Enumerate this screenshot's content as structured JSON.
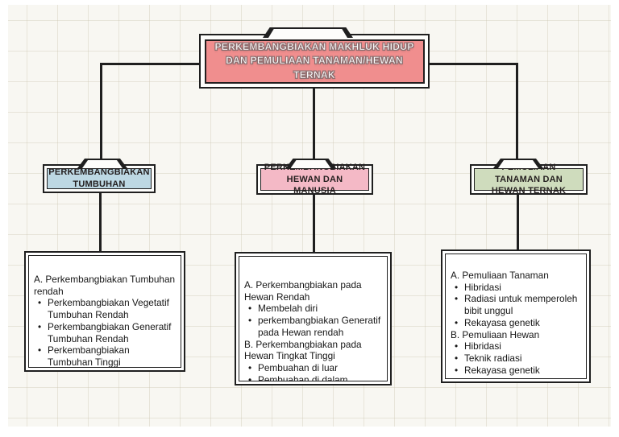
{
  "diagram": {
    "root": {
      "title": "PERKEMBANGBIAKAN MAKHLUK HIDUP DAN PEMULIAAN TANAMAN/HEWAN TERNAK",
      "bg_color": "#f08e8e"
    },
    "branches": [
      {
        "label": "PERKEMBANGBIAKAN TUMBUHAN",
        "color": "#bdd8e3",
        "detail": {
          "sections": [
            {
              "heading": "A. Perkembangbiakan Tumbuhan rendah",
              "bullets": [
                "Perkembangbiakan Vegetatif Tumbuhan Rendah",
                "Perkembangbiakan Generatif Tumbuhan Rendah",
                "Perkembangbiakan Tumbuhan Tinggi"
              ]
            }
          ]
        }
      },
      {
        "label": "PERKEMBANGBIAKAN HEWAN DAN MANUSIA",
        "color": "#f4b9c6",
        "detail": {
          "sections": [
            {
              "heading": "A. Perkembangbiakan pada Hewan Rendah",
              "bullets": [
                "Membelah diri",
                "perkembangbiakan Generatif pada Hewan rendah"
              ]
            },
            {
              "heading": "B. Perkembangbiakan pada Hewan Tingkat Tinggi",
              "bullets": [
                "Pembuahan di luar",
                "Pembuahan di dalam"
              ]
            }
          ]
        }
      },
      {
        "label": "PEMULIAAN TANAMAN DAN HEWAN TERNAK",
        "color": "#cfdcbd",
        "detail": {
          "sections": [
            {
              "heading": "A. Pemuliaan Tanaman",
              "bullets": [
                "Hibridasi",
                "Radiasi untuk memperoleh bibit unggul",
                "Rekayasa genetik"
              ]
            },
            {
              "heading": "B. Pemuliaan Hewan",
              "bullets": [
                "Hibridasi",
                "Teknik radiasi",
                "Rekayasa genetik"
              ]
            }
          ]
        }
      }
    ],
    "style": {
      "paper_color": "#f8f7f2",
      "grid_color": "#cbc4b0",
      "line_color": "#1f1f1f"
    }
  }
}
